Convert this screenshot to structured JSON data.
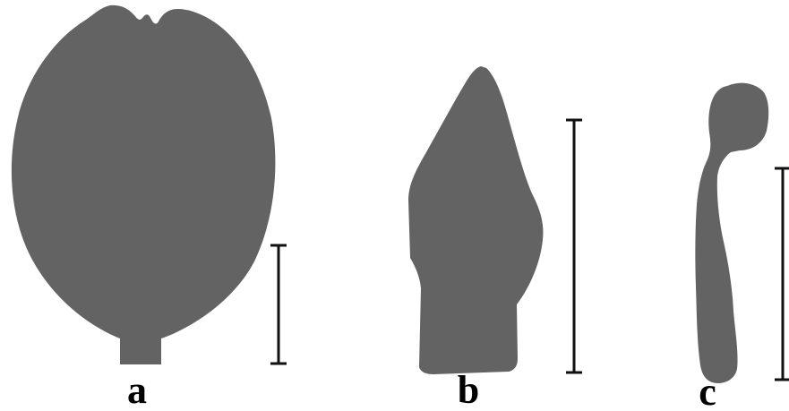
{
  "figure": {
    "background": "#ffffff",
    "shape_color": "#636363",
    "scale_color": "#111111",
    "panels": [
      {
        "label": "a",
        "scale_bar": true
      },
      {
        "label": "b",
        "scale_bar": true
      },
      {
        "label": "c",
        "scale_bar": true
      }
    ]
  }
}
